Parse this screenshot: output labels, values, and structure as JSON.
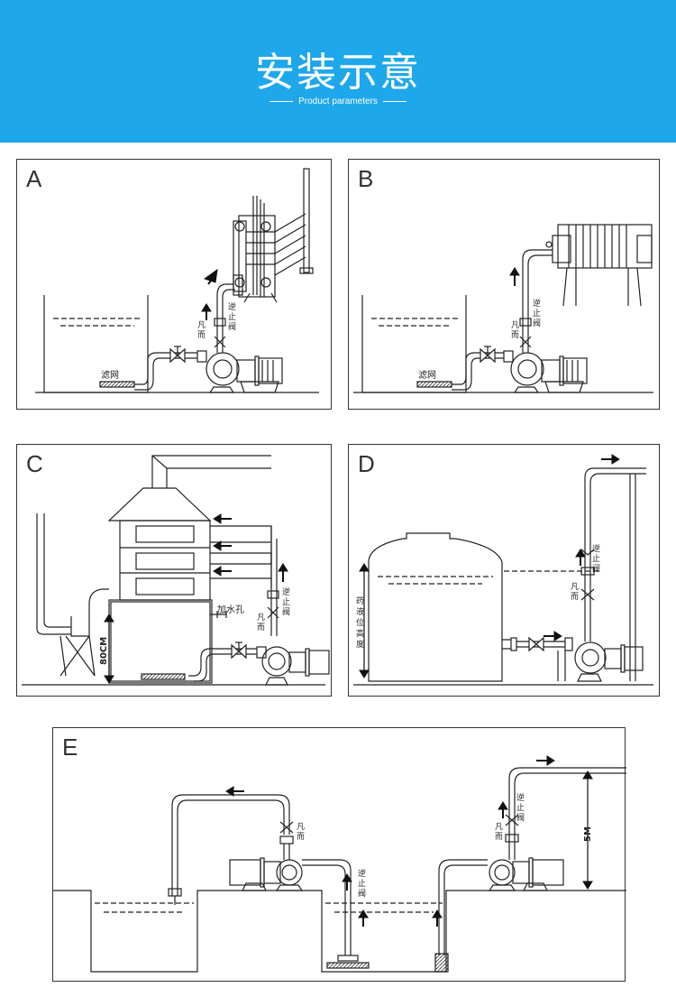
{
  "header": {
    "title": "安装示意",
    "subtitle": "Product parameters",
    "bg_color": "#1ea7ea"
  },
  "panels": {
    "a": {
      "label": "A",
      "filter": "滤网",
      "check_valve": [
        "逆",
        "止",
        "阀"
      ],
      "flange": [
        "凡",
        "而"
      ]
    },
    "b": {
      "label": "B",
      "filter": "滤网",
      "check_valve": [
        "逆",
        "止",
        "阀"
      ],
      "flange": [
        "凡",
        "而"
      ]
    },
    "c": {
      "label": "C",
      "height": "80CM",
      "water_inlet": "加水孔",
      "check_valve": [
        "逆",
        "止",
        "阀"
      ],
      "flange": [
        "凡",
        "而"
      ]
    },
    "d": {
      "label": "D",
      "level": [
        "药",
        "液",
        "位",
        "高",
        "度"
      ],
      "check_valve": [
        "逆",
        "止",
        "阀"
      ],
      "flange": [
        "凡",
        "而"
      ]
    },
    "e": {
      "label": "E",
      "height": "5M",
      "check_valve": [
        "逆",
        "止",
        "阀"
      ],
      "flange": [
        "凡",
        "而"
      ],
      "check_valve_mid": [
        "逆",
        "止",
        "阀"
      ],
      "flange_left": [
        "凡",
        "而"
      ]
    }
  }
}
